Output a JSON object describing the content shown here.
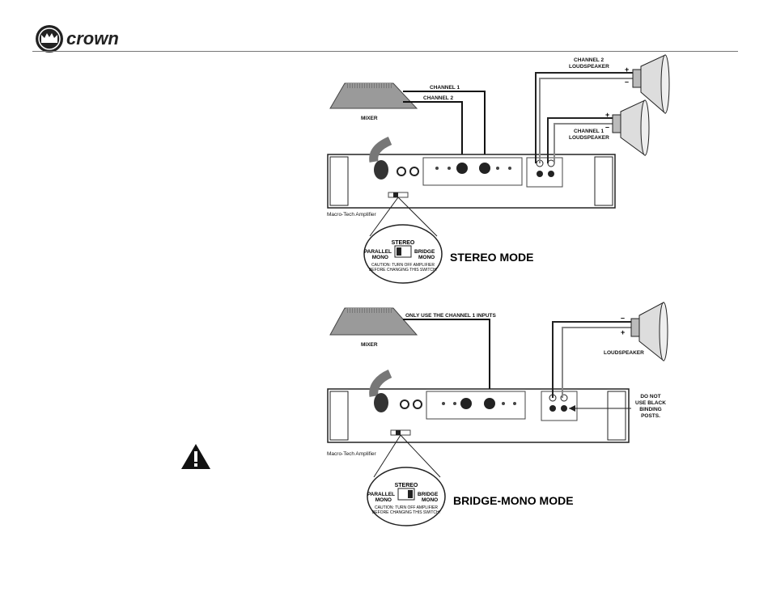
{
  "brand": {
    "name": "crown"
  },
  "stereo": {
    "channel1_label": "CHANNEL 1",
    "channel2_label": "CHANNEL 2",
    "ch2_speaker_line1": "CHANNEL 2",
    "ch2_speaker_line2": "LOUDSPEAKER",
    "ch1_speaker_line1": "CHANNEL 1",
    "ch1_speaker_line2": "LOUDSPEAKER",
    "mixer_label": "MIXER",
    "amp_label": "Macro-Tech Amplifier",
    "switch_top": "STEREO",
    "switch_left_1": "PARALLEL",
    "switch_left_2": "MONO",
    "switch_right_1": "BRIDGE",
    "switch_right_2": "MONO",
    "caution_1": "CAUTION: TURN OFF AMPLIFIER",
    "caution_2": "BEFORE CHANGING THIS SWITCH!",
    "mode_title": "STEREO MODE",
    "plus": "+",
    "minus": "–"
  },
  "bridge": {
    "inputs_note": "ONLY USE THE CHANNEL 1 INPUTS",
    "mixer_label": "MIXER",
    "speaker_label": "LOUDSPEAKER",
    "do_not_1": "DO NOT",
    "do_not_2": "USE BLACK",
    "do_not_3": "BINDING",
    "do_not_4": "POSTS.",
    "amp_label": "Macro-Tech Amplifier",
    "switch_top": "STEREO",
    "switch_left_1": "PARALLEL",
    "switch_left_2": "MONO",
    "switch_right_1": "BRIDGE",
    "switch_right_2": "MONO",
    "caution_1": "CAUTION: TURN OFF AMPLIFIER",
    "caution_2": "BEFORE CHANGING THIS SWITCH!",
    "mode_title": "BRIDGE-MONO MODE",
    "plus": "+",
    "minus": "–"
  },
  "warning": {
    "icon": "warning-triangle-icon"
  }
}
